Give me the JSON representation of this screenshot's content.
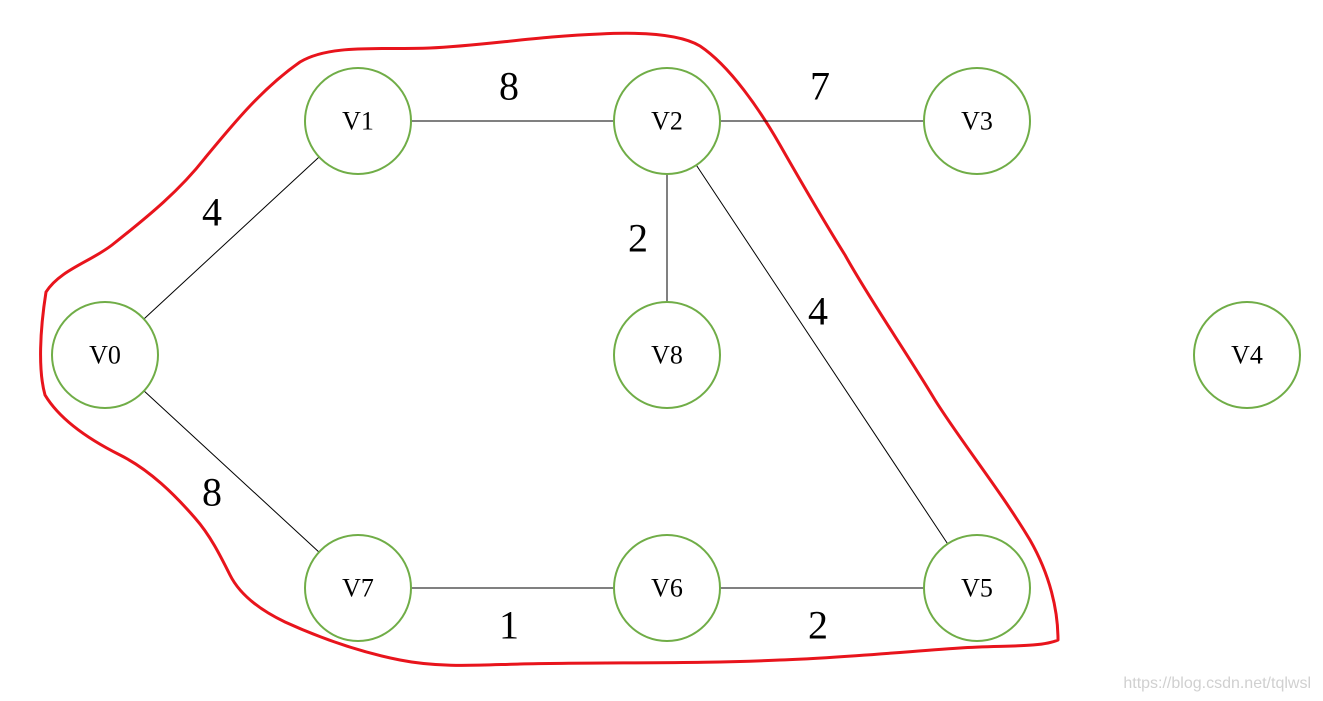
{
  "colors": {
    "node_stroke": "#70ad47",
    "edge": "#000000",
    "outline": "#e8141c"
  },
  "nodes": [
    {
      "id": "V0",
      "label": "V0"
    },
    {
      "id": "V1",
      "label": "V1"
    },
    {
      "id": "V2",
      "label": "V2"
    },
    {
      "id": "V3",
      "label": "V3"
    },
    {
      "id": "V4",
      "label": "V4"
    },
    {
      "id": "V5",
      "label": "V5"
    },
    {
      "id": "V6",
      "label": "V6"
    },
    {
      "id": "V7",
      "label": "V7"
    },
    {
      "id": "V8",
      "label": "V8"
    }
  ],
  "edges": [
    {
      "from": "V0",
      "to": "V1",
      "weight": "4"
    },
    {
      "from": "V1",
      "to": "V2",
      "weight": "8"
    },
    {
      "from": "V2",
      "to": "V3",
      "weight": "7"
    },
    {
      "from": "V2",
      "to": "V8",
      "weight": "2"
    },
    {
      "from": "V2",
      "to": "V5",
      "weight": "4"
    },
    {
      "from": "V0",
      "to": "V7",
      "weight": "8"
    },
    {
      "from": "V7",
      "to": "V6",
      "weight": "1"
    },
    {
      "from": "V6",
      "to": "V5",
      "weight": "2"
    }
  ],
  "watermark": "https://blog.csdn.net/tqlwsl"
}
